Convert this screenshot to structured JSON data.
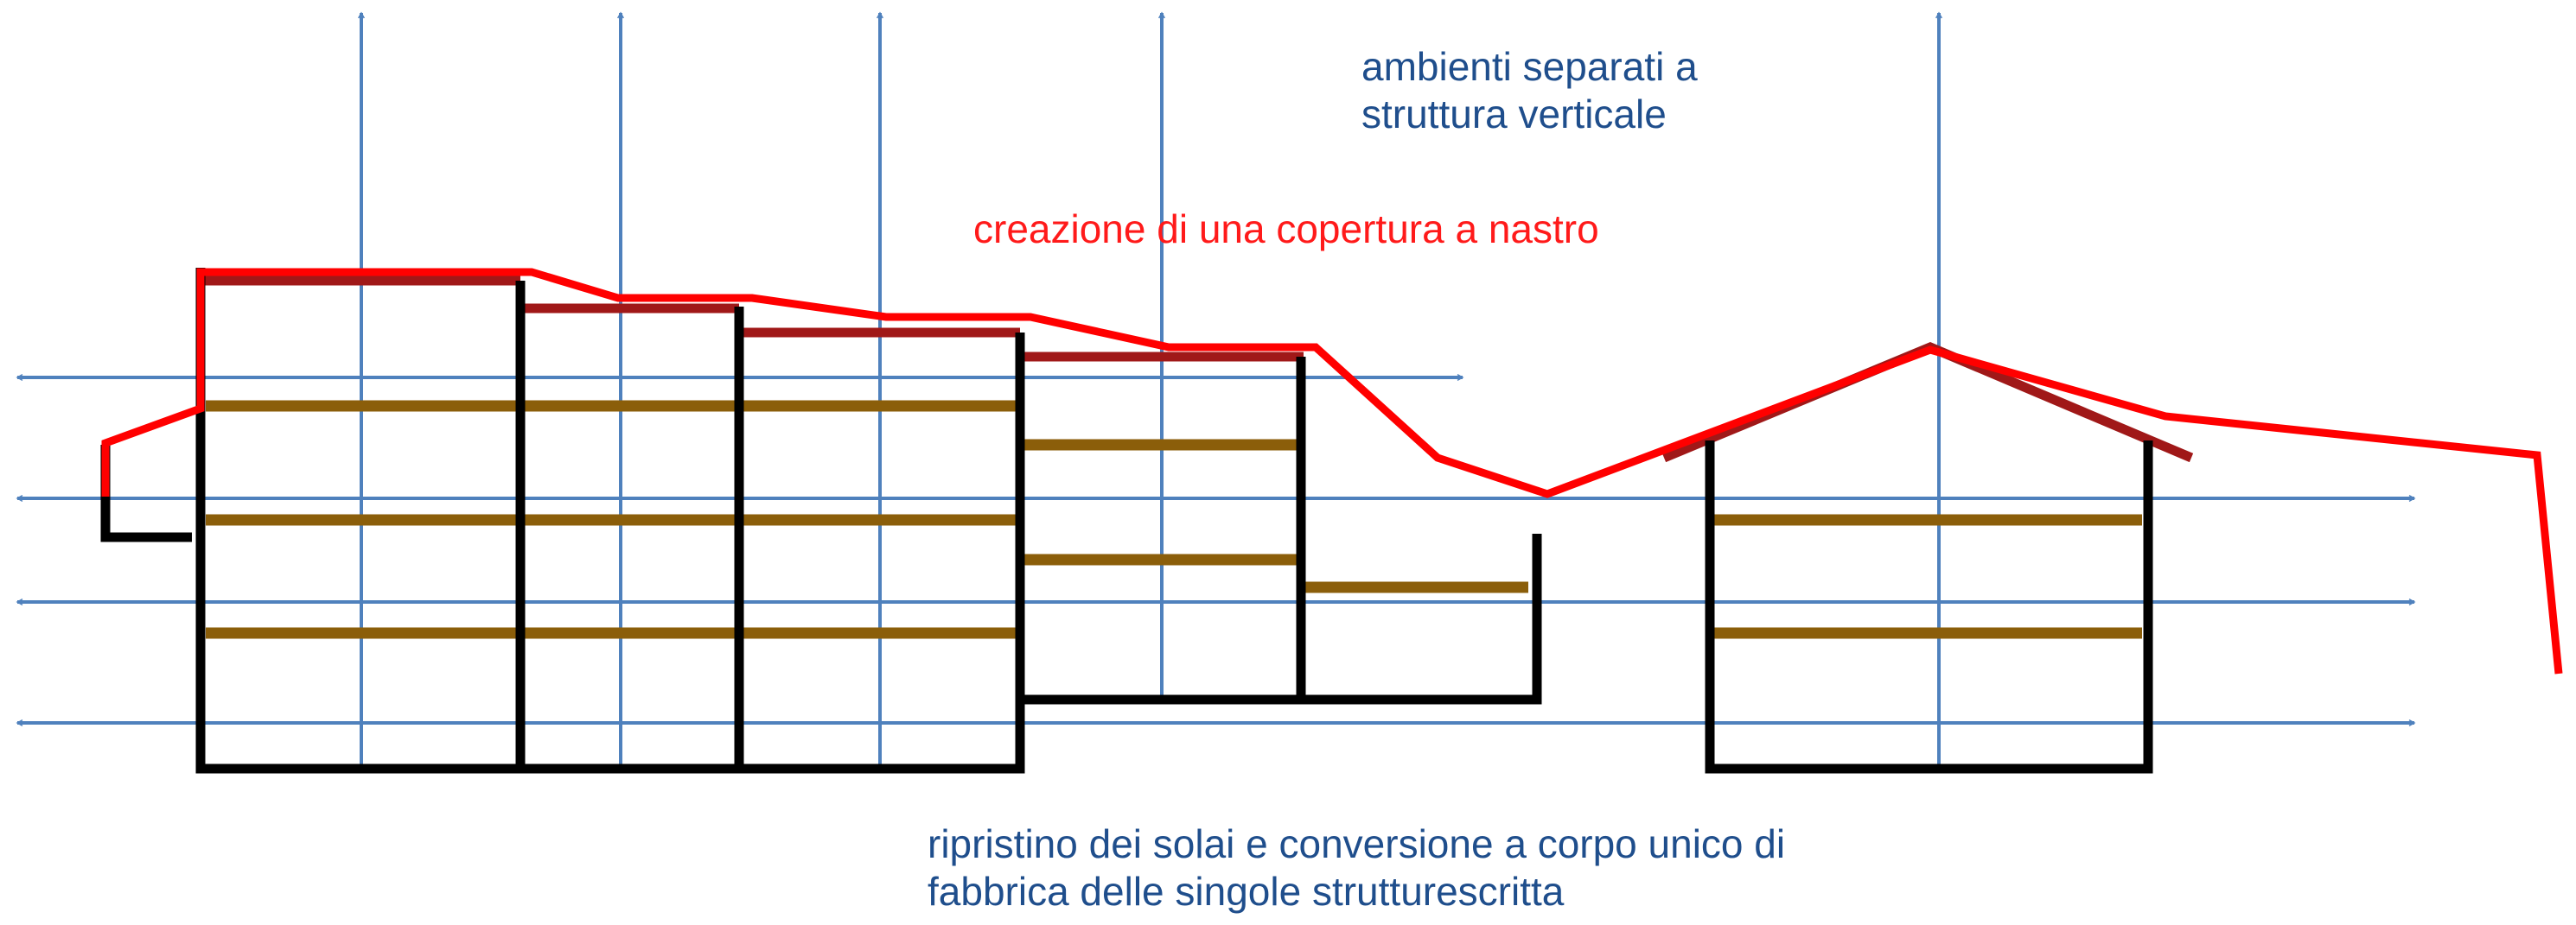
{
  "labels": {
    "top_line1": "ambienti separati a",
    "top_line2": "struttura verticale",
    "red": "creazione di una copertura a nastro",
    "bottom_line1": "ripristino dei solai e conversione a corpo unico di",
    "bottom_line2": "fabbrica delle singole strutturescritta"
  },
  "colors": {
    "axis_blue": "#4f81bd",
    "text_blue": "#1f4e8c",
    "roof_red": "#ff0000",
    "roof_darkred": "#a01818",
    "structure_black": "#000000",
    "floor_brown": "#8b5e0a"
  }
}
